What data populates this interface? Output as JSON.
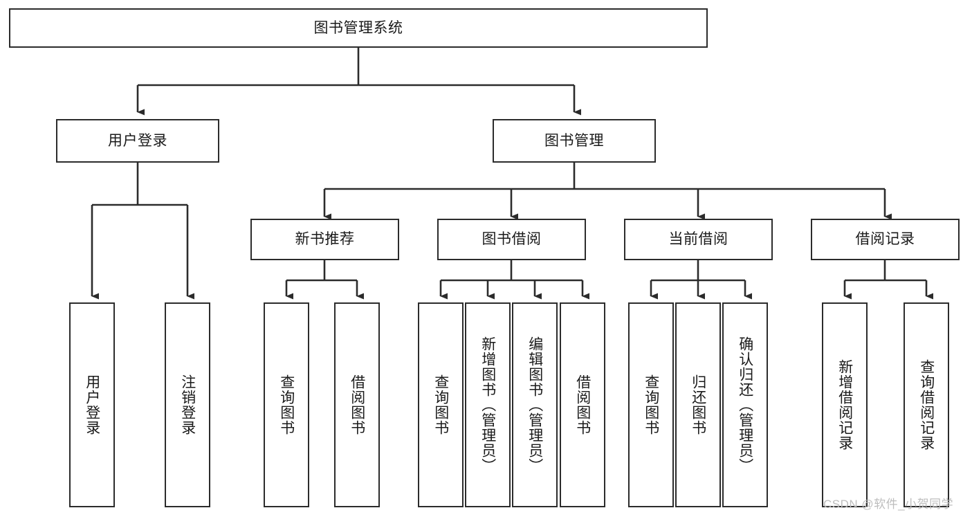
{
  "diagram": {
    "type": "tree",
    "title_node": {
      "id": "root",
      "label": "图书管理系统"
    },
    "level1": [
      {
        "id": "user-login",
        "label": "用户登录"
      },
      {
        "id": "book-manage",
        "label": "图书管理"
      }
    ],
    "level2": [
      {
        "id": "new-book-recommend",
        "label": "新书推荐",
        "parent": "book-manage"
      },
      {
        "id": "book-borrow",
        "label": "图书借阅",
        "parent": "book-manage"
      },
      {
        "id": "current-borrow",
        "label": "当前借阅",
        "parent": "book-manage"
      },
      {
        "id": "borrow-record",
        "label": "借阅记录",
        "parent": "book-manage"
      }
    ],
    "leaves": [
      {
        "id": "leaf-user-login",
        "label": "用户登录",
        "parent": "user-login"
      },
      {
        "id": "leaf-logout-login",
        "label": "注销登录",
        "parent": "user-login"
      },
      {
        "id": "leaf-query-book-1",
        "label": "查询图书",
        "parent": "new-book-recommend"
      },
      {
        "id": "leaf-borrow-book-1",
        "label": "借阅图书",
        "parent": "new-book-recommend"
      },
      {
        "id": "leaf-query-book-2",
        "label": "查询图书",
        "parent": "book-borrow"
      },
      {
        "id": "leaf-add-book",
        "label": "新增图书（管理员）",
        "parent": "book-borrow"
      },
      {
        "id": "leaf-edit-book",
        "label": "编辑图书（管理员）",
        "parent": "book-borrow"
      },
      {
        "id": "leaf-borrow-book-2",
        "label": "借阅图书",
        "parent": "book-borrow"
      },
      {
        "id": "leaf-query-book-3",
        "label": "查询图书",
        "parent": "current-borrow"
      },
      {
        "id": "leaf-return-book",
        "label": "归还图书",
        "parent": "current-borrow"
      },
      {
        "id": "leaf-confirm-return",
        "label": "确认归还（管理员）",
        "parent": "current-borrow"
      },
      {
        "id": "leaf-add-record",
        "label": "新增借阅记录",
        "parent": "borrow-record"
      },
      {
        "id": "leaf-query-record",
        "label": "查询借阅记录",
        "parent": "borrow-record"
      }
    ],
    "colors": {
      "stroke": "#2b2b2b",
      "fill": "#ffffff",
      "text": "#1a1a1a",
      "watermark": "#bdbdbd"
    }
  },
  "watermark": {
    "text": "CSDN @软件_小贺同学"
  }
}
